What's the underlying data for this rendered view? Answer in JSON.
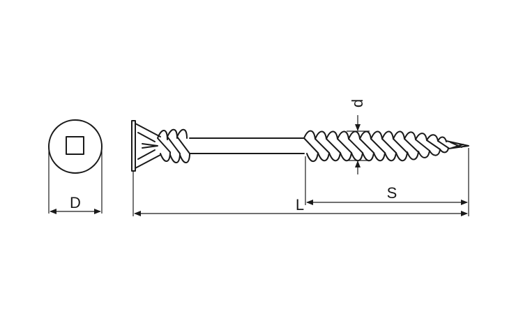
{
  "diagram": {
    "labels": {
      "head_diameter": "D",
      "length": "L",
      "thread_length": "S",
      "thread_diameter": "d"
    },
    "colors": {
      "line": "#1a1a1a",
      "background": "#ffffff"
    }
  }
}
